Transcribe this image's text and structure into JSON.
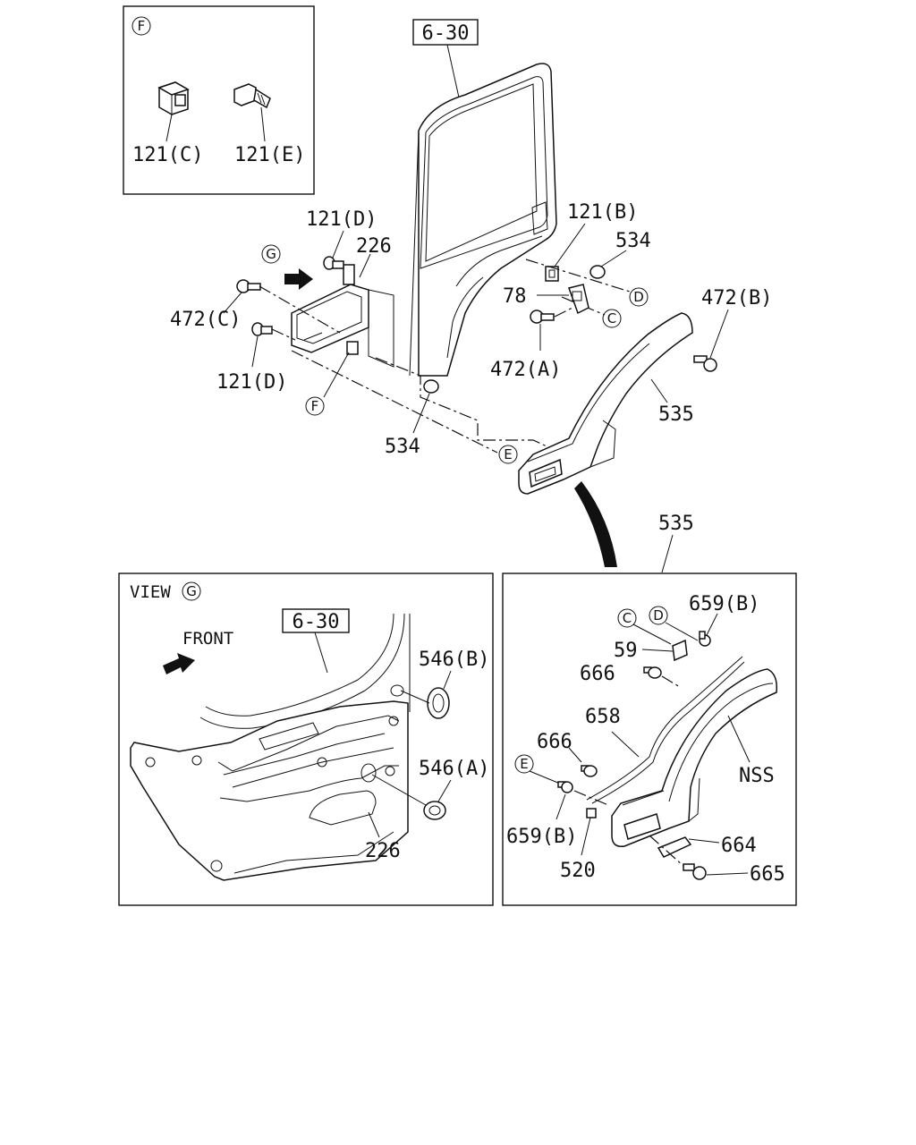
{
  "inset_f": {
    "title_letter": "F",
    "labels": [
      "121(C)",
      "121(E)"
    ]
  },
  "main": {
    "ref_box": "6-30",
    "labels": {
      "l121d_top": "121(D)",
      "l226": "226",
      "lG": "G",
      "l472c": "472(C)",
      "l121d_bot": "121(D)",
      "lF": "F",
      "l534_bot": "534",
      "lE": "E",
      "l121b": "121(B)",
      "l534_top": "534",
      "l78": "78",
      "lD": "D",
      "lC": "C",
      "l472a": "472(A)",
      "l472b": "472(B)",
      "l535": "535"
    }
  },
  "view_g": {
    "view_label": "VIEW",
    "view_letter": "G",
    "ref_box": "6-30",
    "front": "FRONT",
    "labels": [
      "546(B)",
      "546(A)",
      "226"
    ]
  },
  "detail_535": {
    "top_label": "535",
    "labels": {
      "lC": "C",
      "lD": "D",
      "l659b_top": "659(B)",
      "l59": "59",
      "l666_top": "666",
      "l658": "658",
      "l666_mid": "666",
      "lE": "E",
      "lNSS": "NSS",
      "l659b_bot": "659(B)",
      "l520": "520",
      "l664": "664",
      "l665": "665"
    }
  }
}
